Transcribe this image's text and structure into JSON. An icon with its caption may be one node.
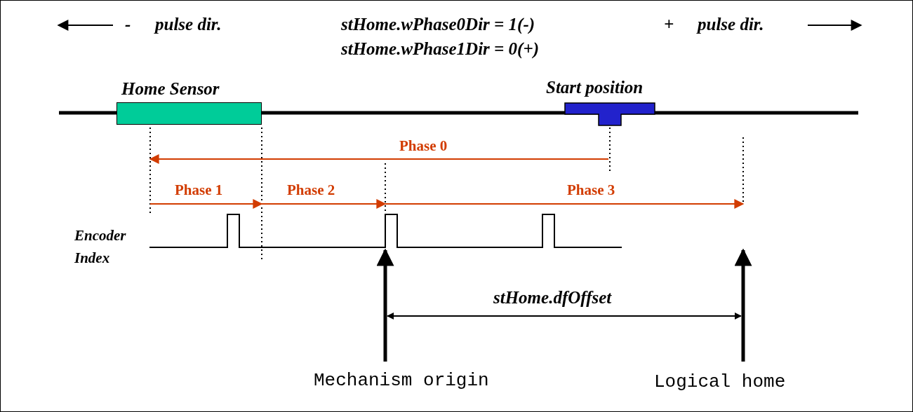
{
  "diagram": {
    "nodes": [
      {
        "text": [
          "Home Sensor"
        ]
      },
      {
        "text": [
          "Start position"
        ]
      }
    ],
    "labels": [
      "-",
      "pulse dir.",
      "stHome.wPhase0Dir = 1(-)",
      "stHome.wPhase1Dir = 0(+)",
      "+",
      "pulse dir.",
      "Phase 0",
      "Phase 1",
      "Phase 2",
      "Phase 3",
      "Encoder Index",
      "stHome.dfOffset",
      "Mechanism origin",
      "Logical home"
    ]
  }
}
